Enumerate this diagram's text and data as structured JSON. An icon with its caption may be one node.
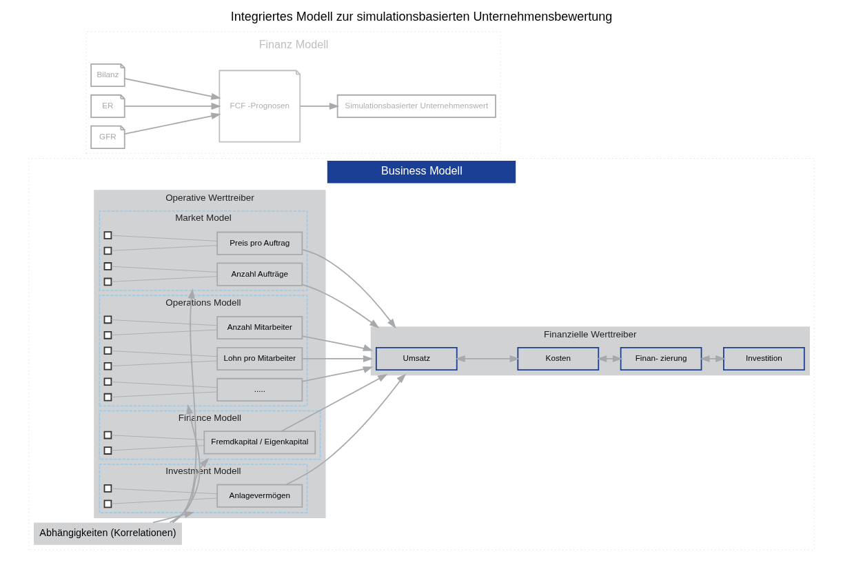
{
  "diagram": {
    "title": "Integriertes Modell zur simulationsbasierten Unternehmensbewertung",
    "nodes": [
      {
        "text": [
          "Business Modell"
        ]
      },
      {
        "text": [
          "Abhängigkeiten (Korrelationen)"
        ],
        "in": 0
      },
      {
        "text": [
          "Operative Werttreiber"
        ],
        "in": 0
      },
      {
        "text": [
          "Market Model"
        ],
        "in": 2
      },
      {
        "text": [
          "Preis pro Auftrag"
        ],
        "in": 3
      },
      {
        "text": [
          "Anzahl Aufträge"
        ],
        "in": 3
      },
      {
        "text": [
          "Operations Modell"
        ],
        "in": 2
      },
      {
        "text": [
          "Anzahl Mitarbeiter"
        ],
        "in": 6
      },
      {
        "text": [
          "Lohn pro Mitarbeiter"
        ],
        "in": 6
      },
      {
        "text": [
          "....."
        ],
        "in": 6
      },
      {
        "text": [
          "Finance Modell"
        ],
        "in": 2
      },
      {
        "text": [
          "Fremdkapital / Eigenkapital"
        ],
        "in": 10
      },
      {
        "text": [
          "Investment Modell"
        ],
        "in": 2
      },
      {
        "text": [
          "Anlagevermögen"
        ],
        "in": 12
      },
      {
        "text": [
          "Finanzielle Werttreiber"
        ],
        "in": 0
      },
      {
        "text": [
          "Umsatz"
        ],
        "in": 14
      },
      {
        "text": [
          "Kosten"
        ],
        "in": 14
      },
      {
        "text": [
          "Finan- zierung"
        ],
        "in": 14
      },
      {
        "text": [
          "Investition"
        ],
        "in": 14
      },
      {
        "text": [
          "Finanz Modell"
        ]
      },
      {
        "text": [
          "Bilanz"
        ],
        "in": 19
      },
      {
        "text": [
          "ER"
        ],
        "in": 19
      },
      {
        "text": [
          "GFR"
        ],
        "in": 19
      },
      {
        "text": [
          "FCF -Prognosen"
        ],
        "in": 19
      },
      {
        "text": [
          "Simulationsbasierter Unternehmenswert"
        ],
        "in": 19
      },
      {
        "text": [],
        "shape": "box",
        "in": 3
      },
      {
        "text": [],
        "shape": "box",
        "in": 3
      },
      {
        "text": [],
        "shape": "box",
        "in": 3
      },
      {
        "text": [],
        "shape": "box",
        "in": 3
      },
      {
        "text": [],
        "shape": "box",
        "in": 6
      },
      {
        "text": [],
        "shape": "box",
        "in": 6
      },
      {
        "text": [],
        "shape": "box",
        "in": 6
      },
      {
        "text": [],
        "shape": "box",
        "in": 6
      },
      {
        "text": [],
        "shape": "box",
        "in": 6
      },
      {
        "text": [],
        "shape": "box",
        "in": 6
      },
      {
        "text": [],
        "shape": "box",
        "in": 10
      },
      {
        "text": [],
        "shape": "box",
        "in": 10
      },
      {
        "text": [],
        "shape": "box",
        "in": 12
      },
      {
        "text": [],
        "shape": "box",
        "in": 12
      }
    ],
    "edges": [
      {
        "from": 1,
        "to": 3,
        "arrow": "to"
      },
      {
        "from": 1,
        "to": 6,
        "arrow": "to"
      },
      {
        "from": 1,
        "to": 10,
        "arrow": "to"
      },
      {
        "from": 1,
        "to": 12,
        "arrow": "to"
      },
      {
        "from": 25,
        "to": 4,
        "arrow": "none"
      },
      {
        "from": 26,
        "to": 4,
        "arrow": "none"
      },
      {
        "from": 27,
        "to": 5,
        "arrow": "none"
      },
      {
        "from": 28,
        "to": 5,
        "arrow": "none"
      },
      {
        "from": 29,
        "to": 7,
        "arrow": "none"
      },
      {
        "from": 30,
        "to": 7,
        "arrow": "none"
      },
      {
        "from": 31,
        "to": 8,
        "arrow": "none"
      },
      {
        "from": 32,
        "to": 8,
        "arrow": "none"
      },
      {
        "from": 33,
        "to": 9,
        "arrow": "none"
      },
      {
        "from": 34,
        "to": 9,
        "arrow": "none"
      },
      {
        "from": 35,
        "to": 11,
        "arrow": "none"
      },
      {
        "from": 36,
        "to": 11,
        "arrow": "none"
      },
      {
        "from": 37,
        "to": 13,
        "arrow": "none"
      },
      {
        "from": 38,
        "to": 13,
        "arrow": "none"
      },
      {
        "from": 4,
        "to": 14,
        "arrow": "to"
      },
      {
        "from": 5,
        "to": 14,
        "arrow": "to"
      },
      {
        "from": 7,
        "to": 14,
        "arrow": "to"
      },
      {
        "from": 8,
        "to": 14,
        "arrow": "to"
      },
      {
        "from": 9,
        "to": 14,
        "arrow": "to"
      },
      {
        "from": 11,
        "to": 14,
        "arrow": "to"
      },
      {
        "from": 13,
        "to": 14,
        "arrow": "to"
      },
      {
        "from": 15,
        "to": 16,
        "arrow": "both"
      },
      {
        "from": 16,
        "to": 17,
        "arrow": "both"
      },
      {
        "from": 17,
        "to": 18,
        "arrow": "both"
      },
      {
        "from": 20,
        "to": 23,
        "arrow": "to"
      },
      {
        "from": 21,
        "to": 23,
        "arrow": "to"
      },
      {
        "from": 22,
        "to": 23,
        "arrow": "to"
      },
      {
        "from": 23,
        "to": 24,
        "arrow": "to"
      }
    ]
  }
}
